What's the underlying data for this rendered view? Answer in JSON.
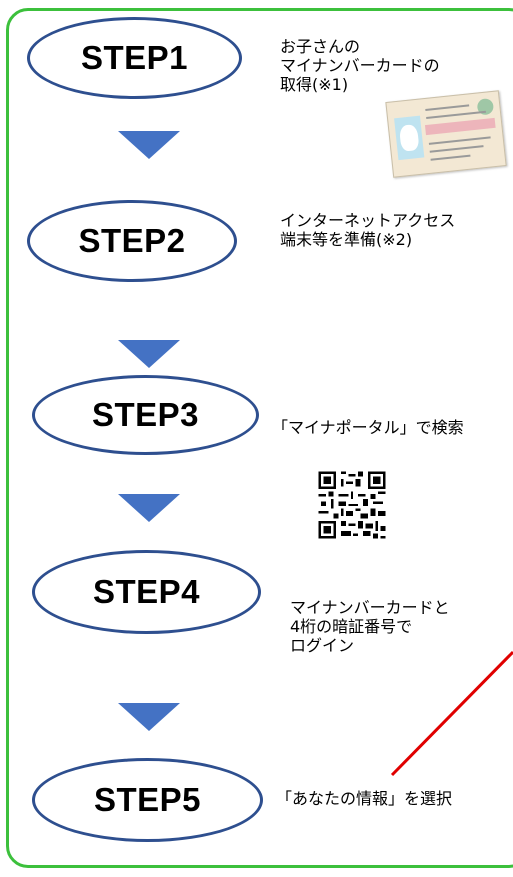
{
  "steps": [
    {
      "label": "STEP1",
      "desc": [
        "お子さんの",
        "マイナンバーカードの",
        "取得(※1)"
      ]
    },
    {
      "label": "STEP2",
      "desc": [
        "インターネットアクセス",
        "端末等を準備(※2)"
      ]
    },
    {
      "label": "STEP3",
      "desc": [
        "「マイナポータル」で検索"
      ]
    },
    {
      "label": "STEP4",
      "desc": [
        "マイナンバーカードと",
        "4桁の暗証番号で",
        "ログイン"
      ]
    },
    {
      "label": "STEP5",
      "desc": [
        "「あなたの情報」を選択"
      ]
    }
  ],
  "colors": {
    "frame": "#3cc03c",
    "ellipse_border": "#2e4f8f",
    "arrow": "#4472c4",
    "annotation_line": "#e00000"
  },
  "icons": [
    "my-number-card-image",
    "qr-code-icon"
  ]
}
